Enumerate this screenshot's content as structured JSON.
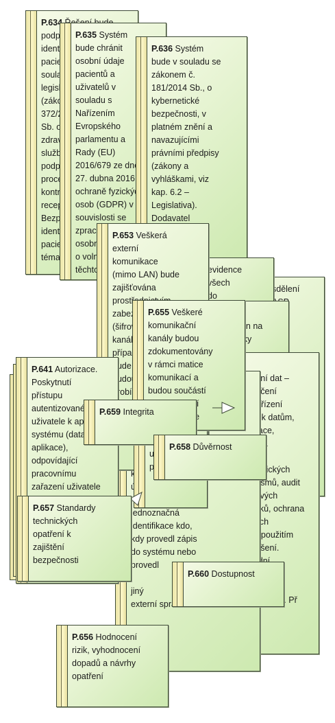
{
  "requirements": [
    {
      "key": "p634",
      "id": "P.634",
      "text": "Řešení bude\npodporovat\nidentifikaci\npacientů\nsouladu s\nlegislativou\n(zákon\n372/2011\nSb. o\nzdravotních\nslužbách),\npodporovat\nprocesy\nkontroly\nrecepty,\nBezpečná\nidentifikace\npacientů\ntéma"
    },
    {
      "key": "p635",
      "id": "P.635",
      "text": "Systém\nbude chránit\nosobní údaje\npacientů a\nuživatelů v\nsouladu s\nNařízením\nEvropského\nparlamentu a\nRady (EU)\n2016/679 ze dne\n27. dubna 2016 o\nochraně fyzických\nosob (GDPR) v\nsouvislosti se\nzpracováním\nosobních údajů\no volném pohybu\ntěchto údajů."
    },
    {
      "key": "p636",
      "id": "P.636",
      "text": "Systém\nbude v souladu se\nzákonem č.\n181/2014 Sb., o\nkybernetické\nbezpečnosti, v\nplatném znění a\nnavazujícími\nprávními předpisy\n(zákony a\nvyhláškami, viz\nkap. 6.2 –\nLegislativa).\nDodavatel\nmusí být\nseznámen"
    },
    {
      "key": "p653",
      "id": "P.653",
      "text": "Veškerá\nexterní\nkomunikace\n(mimo LAN) bude\nzajišťována\nprostřednictvím\nzabezpečeného\n(šifrovaného)\nkanálu,\npřípadně\nbude\nbudou\nprobíhat"
    },
    {
      "key": "pev",
      "id": "",
      "text": "evidence\nvšech\ndo"
    },
    {
      "key": "psd",
      "id": "",
      "text": "sdělení\nASP"
    },
    {
      "key": "pck",
      "id": "",
      "text": "e\nněn na\nelky"
    },
    {
      "key": "p655",
      "id": "P.655",
      "text": "Veškeré\nkomunikační\nkanály budou\nzdokumentovány\nv rámci matice\nkomunikací a\nbudou součástí\nbezpečnostní\ndokumentace\nsystému"
    },
    {
      "key": "pbz",
      "id": "",
      "text": "bezpečení dat –\nzabezpečení\nprocesů řízení\npřístupu k datům,\nautentizace,\nšifrování a\nlogování\nkryptografických\nmechanismů, audit\nsystémových\nprostředků, ochrana\nkoncových\nzařízení použitím\nanti-X řešení.\nStandardní\nzabezpečení\nsystému\nzálohování dat. Př"
    },
    {
      "key": "p641",
      "id": "P.641",
      "text": "Autorizace.\nPoskytnutí\npřístupu\nautentizovanému\nuživatele k aplikaci\nsystému (data,\naplikace),\nodpovídající\npracovnímu\nzařazení uživatele"
    },
    {
      "key": "pkon",
      "id": "",
      "text": "konkrétního\núdaje\n\njednoznačná\nidentifikace kdo,\nkdy provedl zápis\ndo systému nebo\nprovedl\n\njiný\nexterní správce"
    },
    {
      "key": "pprov",
      "id": "",
      "text": "u\nu\nprovozu."
    },
    {
      "key": "p657",
      "id": "P.657",
      "text": "Standardy\ntechnických\nopatření k\nzajištění\nbezpečnosti"
    },
    {
      "key": "p659",
      "id": "P.659",
      "text": "Integrita"
    },
    {
      "key": "p658",
      "id": "P.658",
      "text": "Důvěrnost"
    },
    {
      "key": "p660",
      "id": "P.660",
      "text": "Dostupnost"
    },
    {
      "key": "p656",
      "id": "P.656",
      "text": "Hodnocení\nrizik, vyhodnocení\ndopadů a návrhy\nopatření"
    }
  ]
}
